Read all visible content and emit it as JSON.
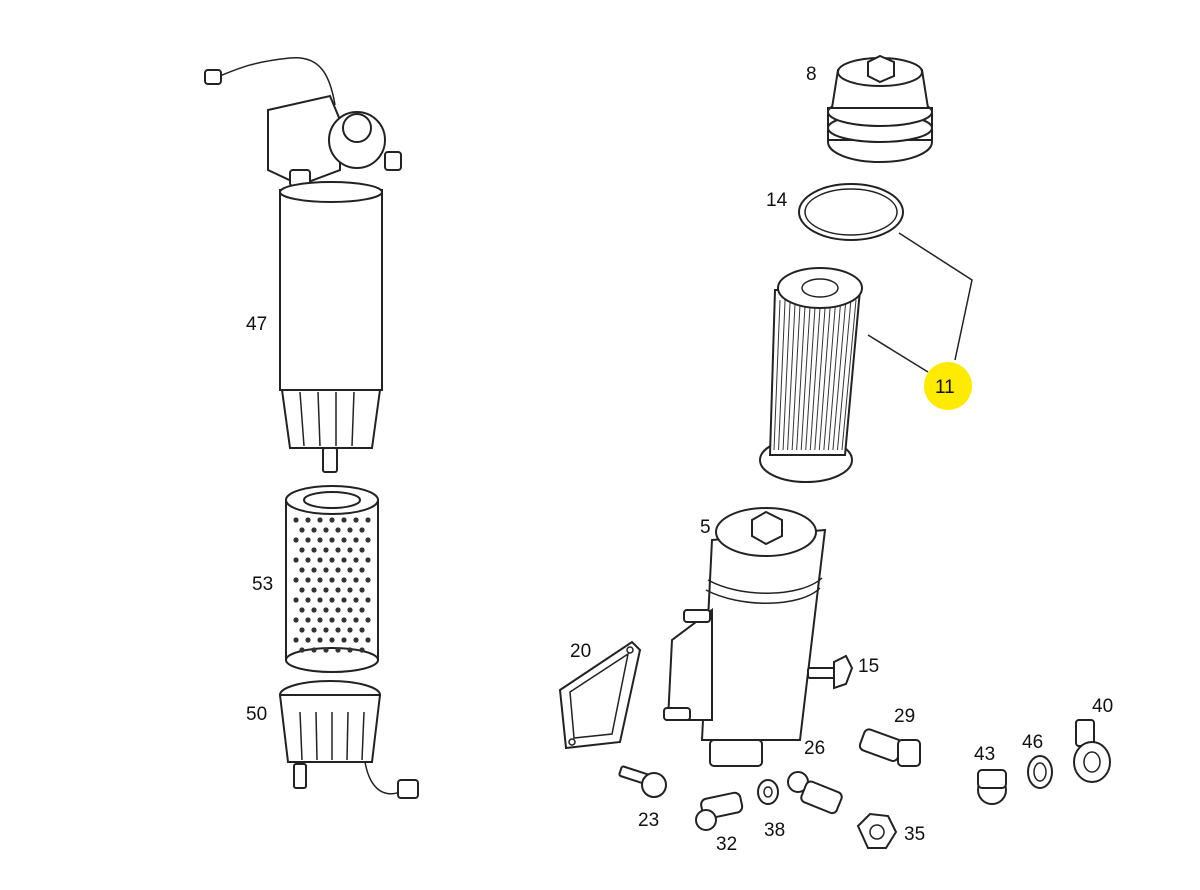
{
  "callouts": {
    "c8": "8",
    "c14": "14",
    "c11": "11",
    "c47": "47",
    "c5": "5",
    "c53": "53",
    "c20": "20",
    "c15": "15",
    "c50": "50",
    "c29": "29",
    "c40": "40",
    "c26": "26",
    "c43": "43",
    "c46": "46",
    "c23": "23",
    "c38": "38",
    "c32": "32",
    "c35": "35"
  },
  "highlight": {
    "callout": "11",
    "color": "#ffeb00"
  }
}
